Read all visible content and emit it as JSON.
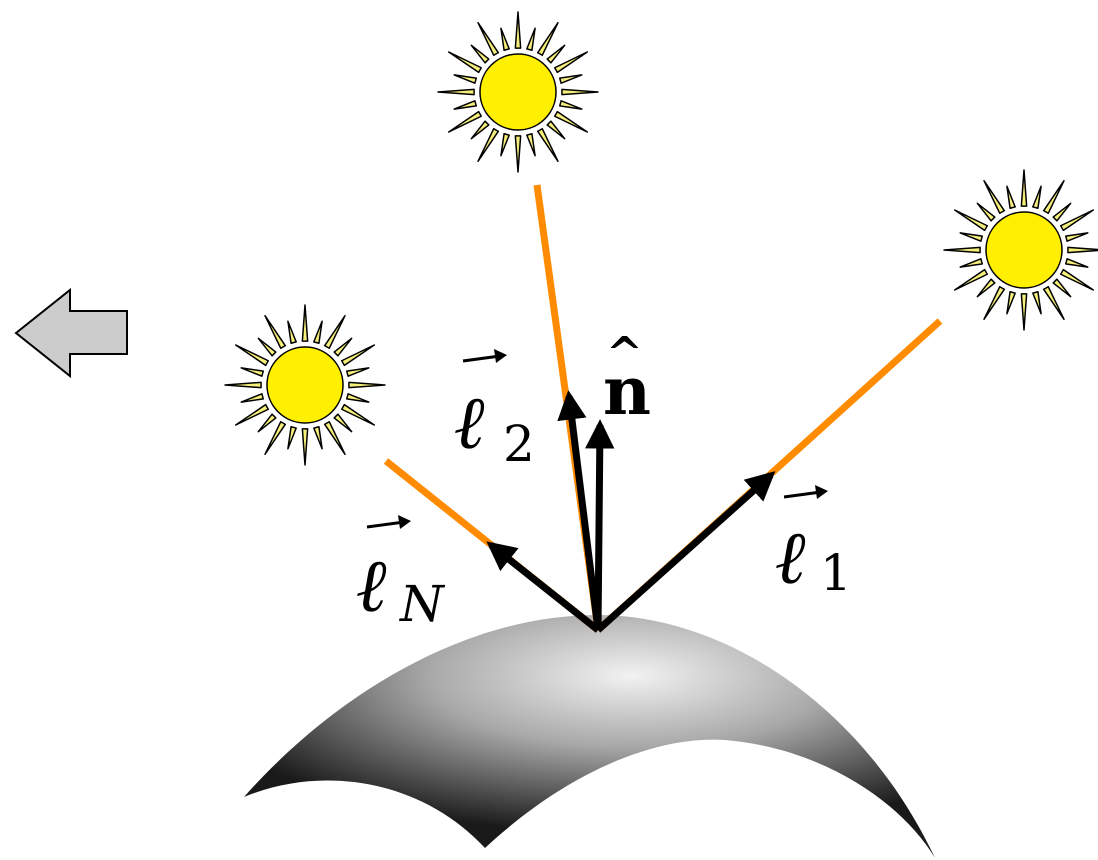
{
  "labels": {
    "l2": {
      "main": "ℓ",
      "sub": "2"
    },
    "n": {
      "main": "n",
      "accent": "^"
    },
    "l1": {
      "main": "ℓ",
      "sub": "1"
    },
    "lN": {
      "main": "ℓ",
      "sub": "N"
    }
  },
  "colors": {
    "ray": "#ff8c00",
    "vector": "#000000",
    "sun_fill": "#ffef00",
    "sun_ray": "#f6ef7a",
    "back_arrow": "#cccccc"
  },
  "icons": {
    "back": "left-arrow-icon",
    "light": "sun-icon"
  }
}
